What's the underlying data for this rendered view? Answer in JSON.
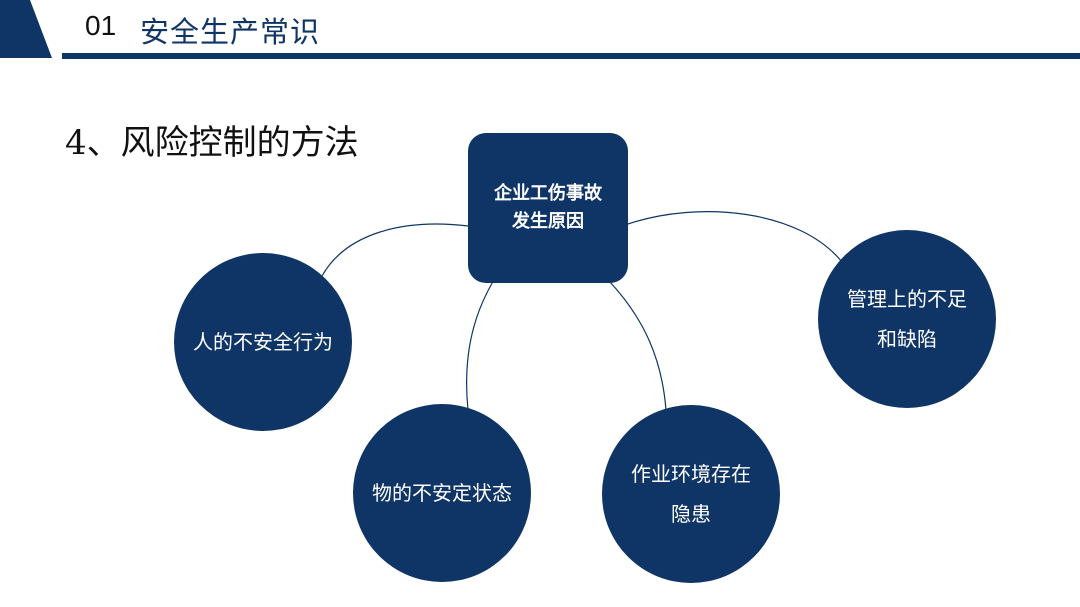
{
  "header": {
    "number": "01",
    "title": "安全生产常识"
  },
  "section": {
    "title": "4、风险控制的方法"
  },
  "diagram": {
    "center": {
      "line1": "企业工伤事故",
      "line2": "发生原因"
    },
    "nodes": [
      {
        "line1": "人的不安全行为",
        "line2": ""
      },
      {
        "line1": "物的不安定状态",
        "line2": ""
      },
      {
        "line1": "作业环境存在",
        "line2": "隐患"
      },
      {
        "line1": "管理上的不足",
        "line2": "和缺陷"
      }
    ]
  },
  "colors": {
    "primary": "#0f3566",
    "background": "#ffffff",
    "node_text": "#ffffff"
  }
}
